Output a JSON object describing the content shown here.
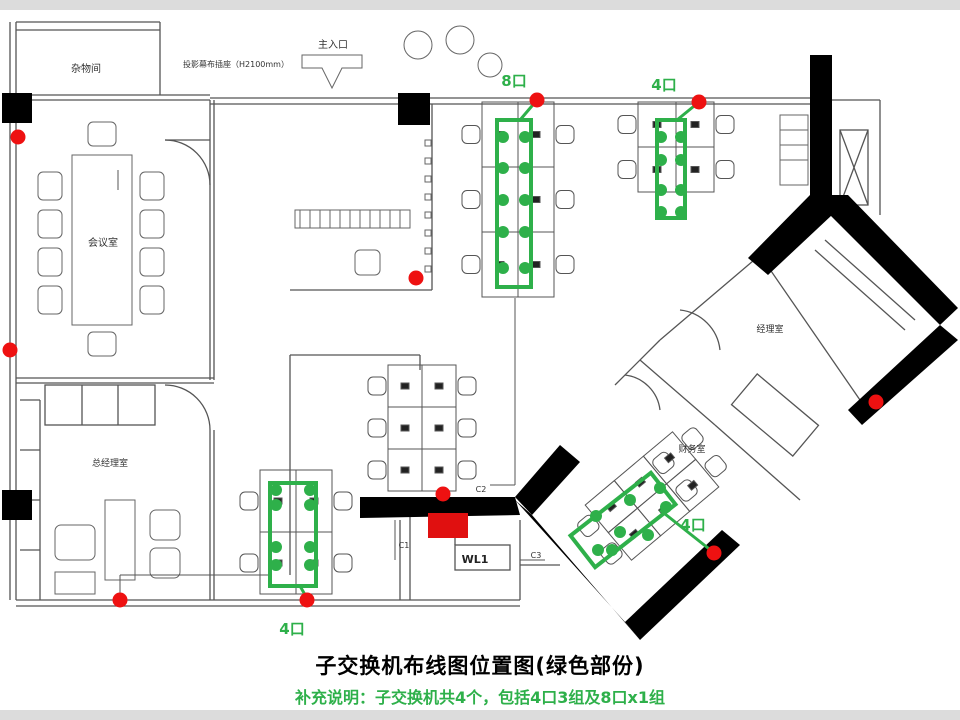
{
  "caption": {
    "title": "子交换机布线图位置图(绿色部份)",
    "note": "补充说明：子交换机共4个，包括4口3组及8口x1组"
  },
  "rooms": {
    "storage": "杂物间",
    "meeting": "会议室",
    "general_manager": "总经理室",
    "manager": "经理室",
    "finance": "财务室"
  },
  "plan_labels": {
    "main_entrance": "主入口",
    "projection_socket": "投影幕布插座（H2100mm）",
    "wl": "WL1",
    "c1": "C1",
    "c2": "C2",
    "c3": "C3"
  },
  "switches": [
    {
      "id": "sw-8port",
      "label": "8口"
    },
    {
      "id": "sw-4port-a",
      "label": "4口"
    },
    {
      "id": "sw-4port-b",
      "label": "4口"
    },
    {
      "id": "sw-4port-c",
      "label": "4口"
    }
  ],
  "colors": {
    "switch_green": "#2eb04a",
    "port_red": "#ee1111",
    "wall_black": "#000000",
    "panel_red": "#e01010",
    "line_gray": "#555555"
  }
}
